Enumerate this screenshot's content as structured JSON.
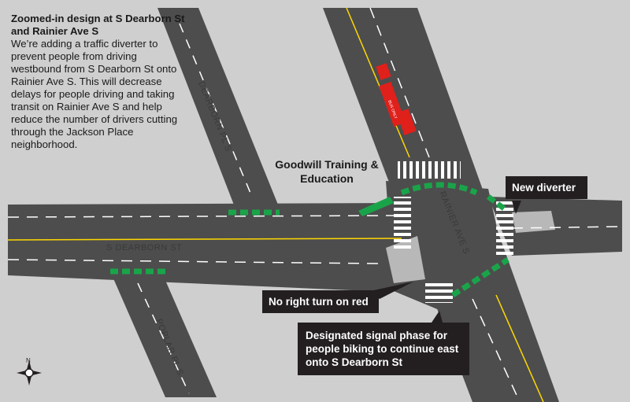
{
  "description": {
    "title": "Zoomed-in design at S Dearborn St and Rainier Ave S",
    "body": "We’re adding a traffic diverter to prevent people from driving westbound from S Dearborn St onto Rainier Ave S. This will decrease delays for people driving and taking transit on Rainier Ave S and help reduce the number of drivers cutting through the Jackson Place neighborhood."
  },
  "streets": {
    "dearborn_pl": "DEARBORN PL S",
    "s_dearborn": "S DEARBORN ST",
    "rainier": "RAINIER AVE S",
    "poplar": "POPLAR PL S"
  },
  "landmark": {
    "goodwill": "Goodwill Training & Education"
  },
  "callouts": {
    "new_diverter": "New diverter",
    "no_right_turn": "No right turn on red",
    "signal_phase": "Designated signal phase for people biking to continue east onto S Dearborn St"
  },
  "bus_lane_text": "BUS ONLY",
  "compass": {
    "north": "N"
  },
  "colors": {
    "background": "#cfcfcf",
    "road": "#4d4d4d",
    "bike_green": "#1aa44a",
    "bus_red": "#e0201b",
    "callout_bg": "#231f20"
  }
}
